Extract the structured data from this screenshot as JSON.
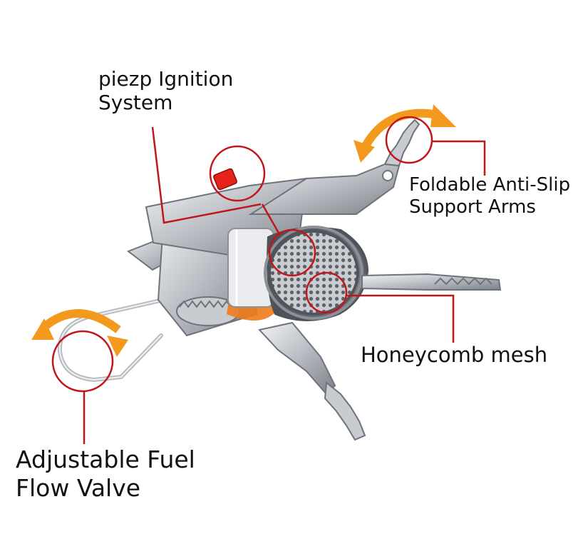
{
  "labels": {
    "ignition": {
      "line1": "piezp Ignition",
      "line2": "System"
    },
    "arms": {
      "line1": "Foldable Anti-Slip",
      "line2": "Support Arms"
    },
    "mesh": {
      "line1": "Honeycomb mesh"
    },
    "valve": {
      "line1": "Adjustable Fuel",
      "line2": "Flow Valve"
    }
  },
  "colors": {
    "callout": "#c0161c",
    "arrow": "#f39a1e",
    "metal_light": "#e4e6e9",
    "metal_mid": "#b8bcc2",
    "metal_dark": "#6e737a",
    "ignition_button": "#e8221a",
    "burner_core": "#f07a1a",
    "text": "#111111"
  },
  "icons": {
    "rotate_arrow": "curved-double-arrow-icon",
    "callout_circle": "highlight-circle-icon"
  }
}
